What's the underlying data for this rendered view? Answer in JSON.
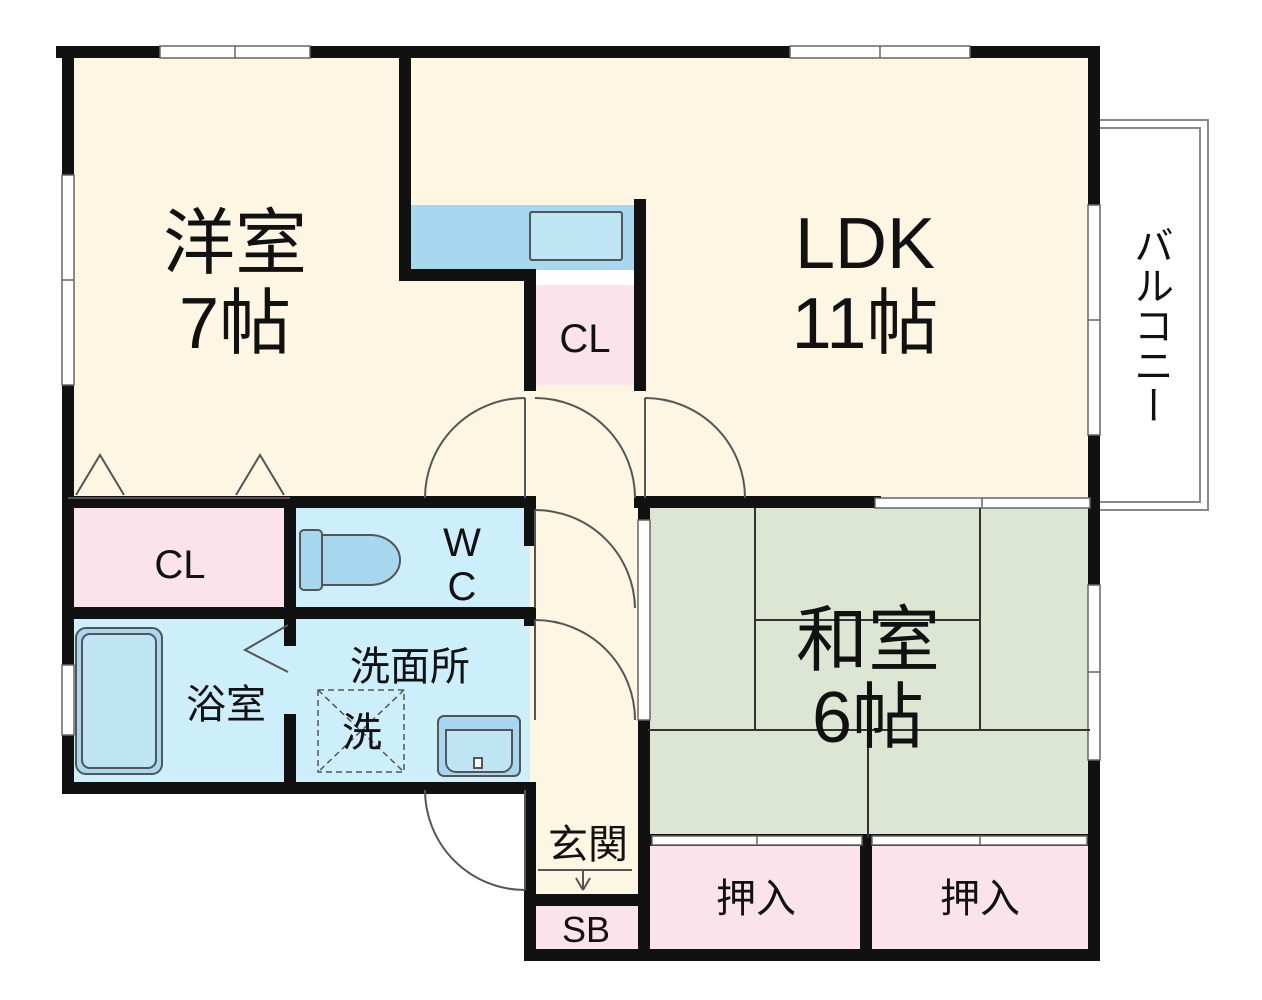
{
  "colors": {
    "wall": "#111111",
    "living_floor": "#fdf6e3",
    "wet_area": "#cdeefb",
    "closet": "#fbe3ec",
    "tatami": "#dde6d2",
    "fixture": "#a8d8ef",
    "window": "#ffffff"
  },
  "rooms": {
    "western": {
      "name": "洋室",
      "size": "7帖"
    },
    "ldk": {
      "name": "LDK",
      "size": "11帖"
    },
    "japanese": {
      "name": "和室",
      "size": "6帖"
    },
    "cl_top": {
      "label": "CL"
    },
    "cl_left": {
      "label": "CL"
    },
    "wc_line1": "W",
    "wc_line2": "C",
    "bath": {
      "label": "浴室"
    },
    "washroom": {
      "label": "洗面所"
    },
    "washer": {
      "label": "洗"
    },
    "entrance": {
      "label": "玄関"
    },
    "sb": {
      "label": "SB"
    },
    "oshiire_left": {
      "label": "押入"
    },
    "oshiire_right": {
      "label": "押入"
    },
    "balcony": {
      "label": "バルコニー"
    }
  }
}
